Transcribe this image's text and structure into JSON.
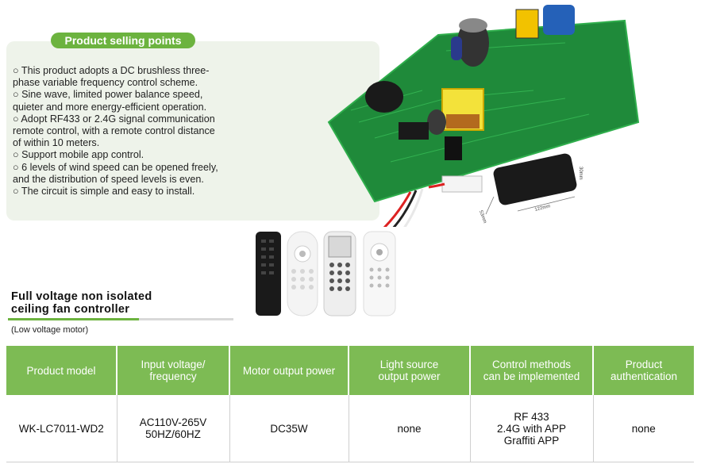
{
  "selling_points": {
    "title": "Product selling points",
    "lines": [
      "○ This product adopts a DC brushless three-",
      "phase variable frequency control scheme.",
      "○ Sine wave, limited power balance speed,",
      "quieter and more energy-efficient operation.",
      "○ Adopt RF433 or 2.4G signal communication",
      "remote control, with a remote control distance",
      "of within 10 meters.",
      "○ Support mobile app control.",
      "○ 6 levels of wind speed can be opened freely,",
      "and the distribution of speed levels is even.",
      "○ The circuit is simple and easy to install."
    ]
  },
  "receiver_dims": {
    "width": "53mm",
    "length": "122mm",
    "height": "30mm"
  },
  "product": {
    "title_line1": "Full voltage non isolated",
    "title_line2": "ceiling fan controller",
    "note": "(Low voltage motor)"
  },
  "table": {
    "headers": [
      [
        "Product model"
      ],
      [
        "Input voltage/",
        "frequency"
      ],
      [
        "Motor output power"
      ],
      [
        "Light source",
        "output power"
      ],
      [
        "Control methods",
        "can be implemented"
      ],
      [
        "Product",
        "authentication"
      ]
    ],
    "row": [
      [
        "WK-LC7011-WD2"
      ],
      [
        "AC110V-265V",
        "50HZ/60HZ"
      ],
      [
        "DC35W"
      ],
      [
        "none"
      ],
      [
        "RF 433",
        "2.4G with APP",
        "Graffiti APP"
      ],
      [
        "none"
      ]
    ]
  },
  "colors": {
    "accent": "#6cb33f",
    "header_bg": "#7dbb54",
    "panel_bg": "#eef3ea",
    "pcb": "#1f8a3a"
  }
}
